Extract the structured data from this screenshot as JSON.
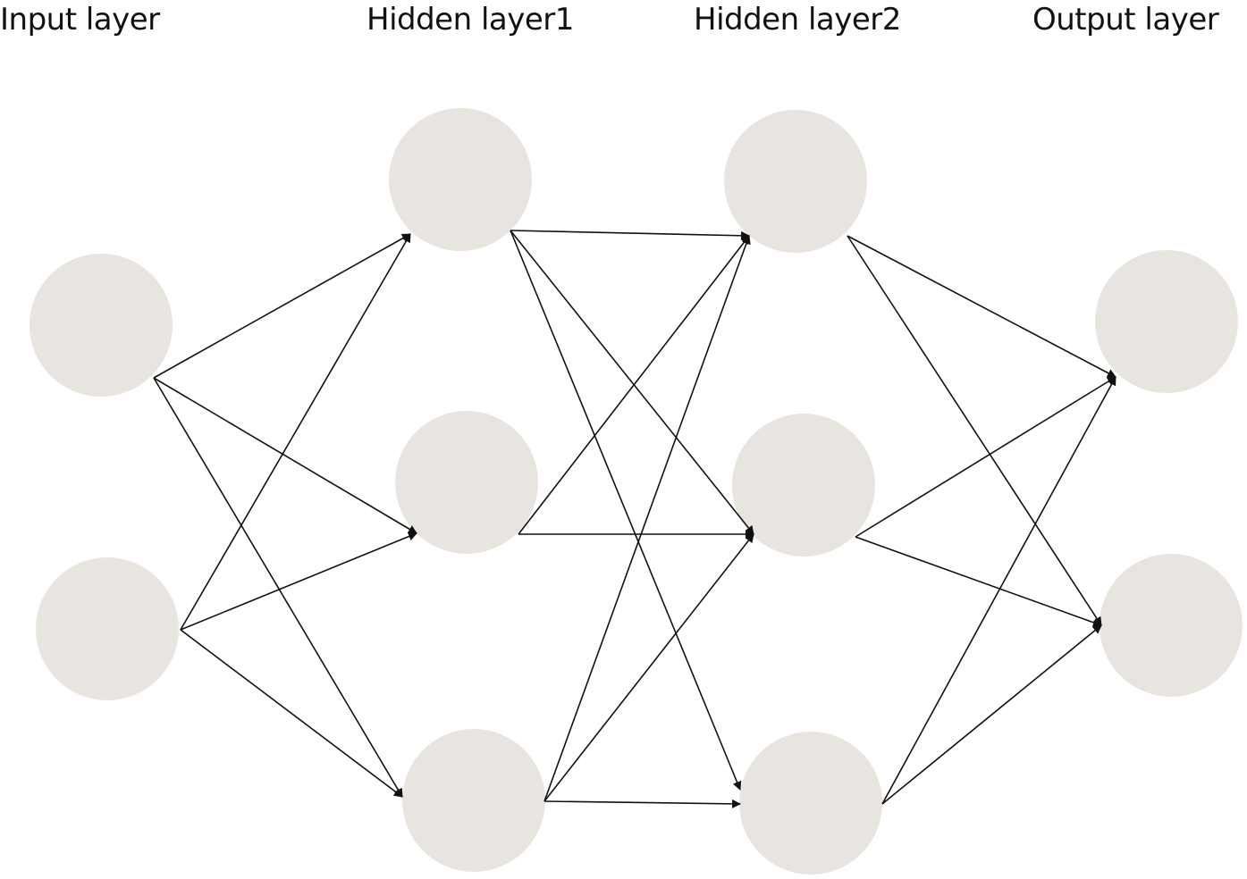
{
  "layers": [
    {
      "label": "Input layer"
    },
    {
      "label": "Hidden layer1"
    },
    {
      "label": "Hidden layer2"
    },
    {
      "label": "Output layer"
    }
  ],
  "colors": {
    "node_fill": "#e8e4e0",
    "edge": "#111111",
    "label": "#111111"
  }
}
